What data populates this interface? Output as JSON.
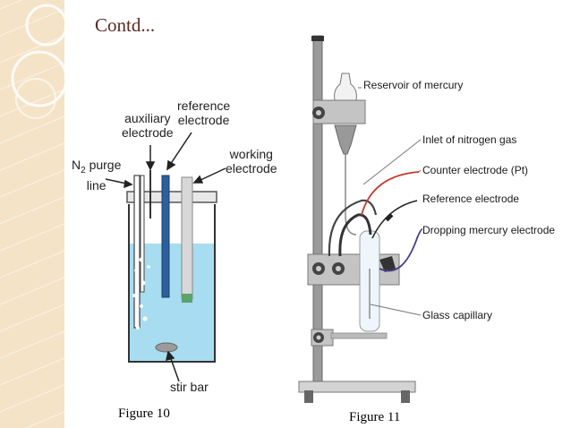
{
  "slide": {
    "title": "Contd...",
    "accent_color": "#5a2a22",
    "sidebar_color": "#f4e3c7"
  },
  "figure10": {
    "caption": "Figure 10",
    "labels": {
      "n2_prefix": "N",
      "n2_sub": "2",
      "n2_rest": " purge",
      "n2_line2": "line",
      "auxiliary_1": "auxiliary",
      "auxiliary_2": "electrode",
      "reference_1": "reference",
      "reference_2": "electrode",
      "working_1": "working",
      "working_2": "electrode",
      "stir_bar": "stir bar"
    },
    "colors": {
      "solution": "#a8dcf0",
      "reference_electrode": "#2c5f9e",
      "working_tip": "#5aa36a"
    }
  },
  "figure11": {
    "caption": "Figure 11",
    "labels": {
      "reservoir": "Reservoir of mercury",
      "inlet": "Inlet of nitrogen gas",
      "counter": "Counter electrode (Pt)",
      "reference": "Reference electrode",
      "dropping": "Dropping mercury electrode",
      "glass_capillary": "Glass capillary"
    },
    "colors": {
      "stand": "#9a9a9a",
      "clamp": "#c4c4c4",
      "counter_wire": "#c0392b",
      "dropping_wire": "#4a3a8a"
    }
  }
}
